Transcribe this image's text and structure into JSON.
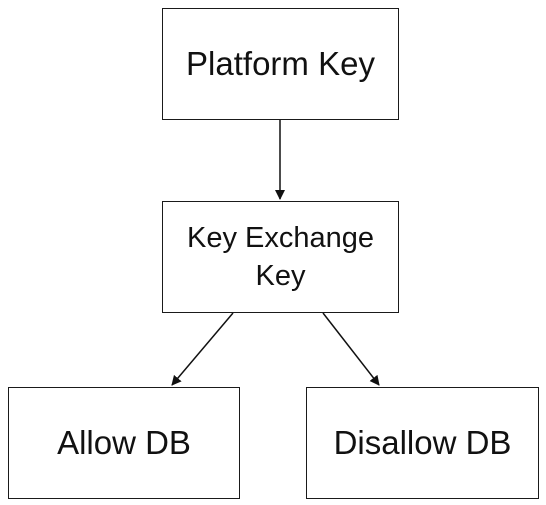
{
  "diagram": {
    "nodes": {
      "platform_key": {
        "label": "Platform Key"
      },
      "key_exchange_key": {
        "label": "Key Exchange\nKey"
      },
      "allow_db": {
        "label": "Allow DB"
      },
      "disallow_db": {
        "label": "Disallow DB"
      }
    },
    "edges": [
      {
        "from": "Platform Key",
        "to": "Key Exchange Key"
      },
      {
        "from": "Key Exchange Key",
        "to": "Allow DB"
      },
      {
        "from": "Key Exchange Key",
        "to": "Disallow DB"
      }
    ]
  }
}
